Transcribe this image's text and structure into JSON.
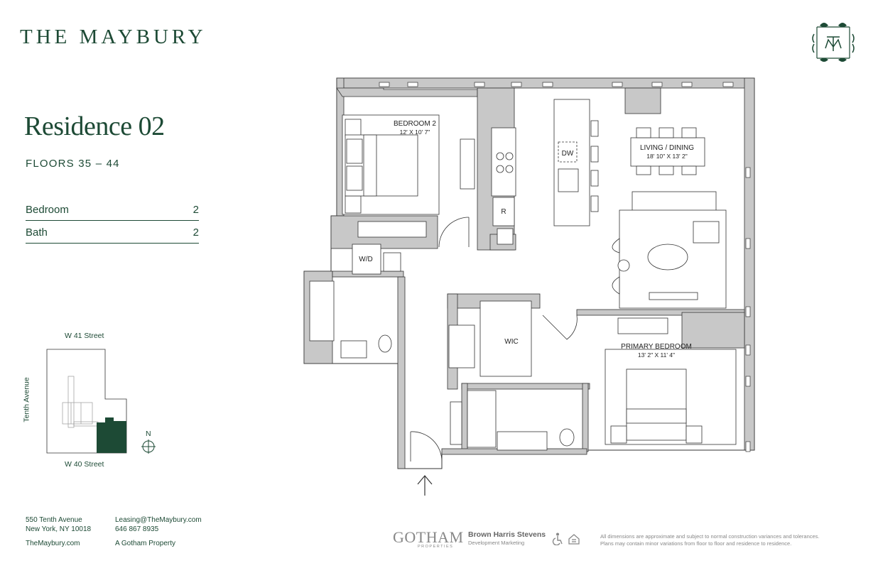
{
  "brand": {
    "name": "THE MAYBURY"
  },
  "residence": {
    "title": "Residence 02",
    "floors": "FLOORS 35 – 44"
  },
  "specs": [
    {
      "label": "Bedroom",
      "value": "2"
    },
    {
      "label": "Bath",
      "value": "2"
    }
  ],
  "keymap": {
    "north_street": "W 41 Street",
    "south_street": "W 40 Street",
    "west_avenue": "Tenth Avenue",
    "compass": "N"
  },
  "plan": {
    "bedroom2": {
      "name": "BEDROOM 2",
      "dims": "12' X 10' 7\""
    },
    "living": {
      "name": "LIVING / DINING",
      "dims": "18' 10\" X 13' 2\""
    },
    "primary": {
      "name": "PRIMARY BEDROOM",
      "dims": "13' 2\" X 11' 4\""
    },
    "wic": "WIC",
    "washer_dryer": "W/D",
    "dishwasher": "DW",
    "refrigerator": "R"
  },
  "footer": {
    "address_line1": "550 Tenth Avenue",
    "address_line2": "New York, NY 10018",
    "website": "TheMaybury.com",
    "email": "Leasing@TheMaybury.com",
    "phone": "646 867 8935",
    "property_of": "A Gotham Property",
    "gotham": "GOTHAM",
    "gotham_sub": "PROPERTIES",
    "bhs": "Brown Harris Stevens",
    "bhs_sub": "Development Marketing",
    "disclaimer_line1": "All dimensions are approximate and subject to normal construction variances and tolerances.",
    "disclaimer_line2": "Plans may contain minor variations from floor to floor and residence to residence."
  },
  "colors": {
    "brand_green": "#1d4a35",
    "wall_gray": "#c8c8c8",
    "key_unit": "#1d4a35"
  }
}
